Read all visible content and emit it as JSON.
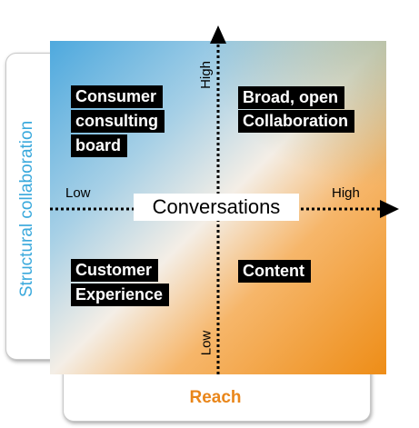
{
  "y_axis": {
    "title": "Structural collaboration",
    "high": "High",
    "low": "Low"
  },
  "x_axis": {
    "title": "Reach",
    "low": "Low",
    "high": "High"
  },
  "center_label": "Conversations",
  "quadrants": {
    "top_left": [
      "Consumer",
      "consulting",
      "board"
    ],
    "top_right": [
      "Broad, open",
      "Collaboration"
    ],
    "bottom_left": [
      "Customer",
      "Experience"
    ],
    "bottom_right": [
      "Content"
    ]
  },
  "colors": {
    "y_title": "#3aa9dc",
    "x_title": "#e9861a",
    "label_bg": "#000000",
    "label_text": "#ffffff"
  }
}
